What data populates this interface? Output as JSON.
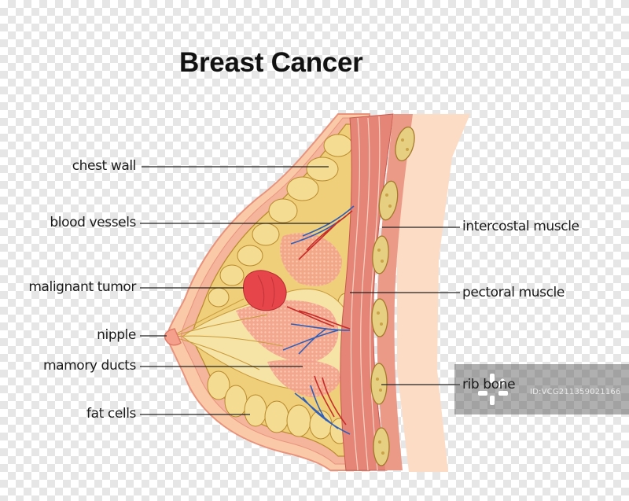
{
  "title": "Breast Cancer",
  "labels": {
    "left": [
      {
        "id": "chest-wall",
        "text": "chest wall"
      },
      {
        "id": "blood-vessels",
        "text": "blood vessels"
      },
      {
        "id": "malignant-tumor",
        "text": "malignant tumor"
      },
      {
        "id": "nipple",
        "text": "nipple"
      },
      {
        "id": "mamory-ducts",
        "text": "mamory ducts"
      },
      {
        "id": "fat-cells",
        "text": "fat cells"
      }
    ],
    "right": [
      {
        "id": "intercostal-muscle",
        "text": "intercostal muscle"
      },
      {
        "id": "pectoral-muscle",
        "text": "pectoral muscle"
      },
      {
        "id": "rib-bone",
        "text": "rib bone"
      }
    ]
  },
  "watermark": {
    "id_text": "ID:VCG211359021166"
  },
  "colors": {
    "skin": "#f9c9a8",
    "skin_edge": "#e9937d",
    "fat": "#efcf7a",
    "fat_edge": "#b98a2e",
    "muscle": "#e58577",
    "tumor": "#e6454a",
    "vein": "#2f5fb8",
    "artery": "#c62d2a",
    "rib": "#e7cf82"
  }
}
